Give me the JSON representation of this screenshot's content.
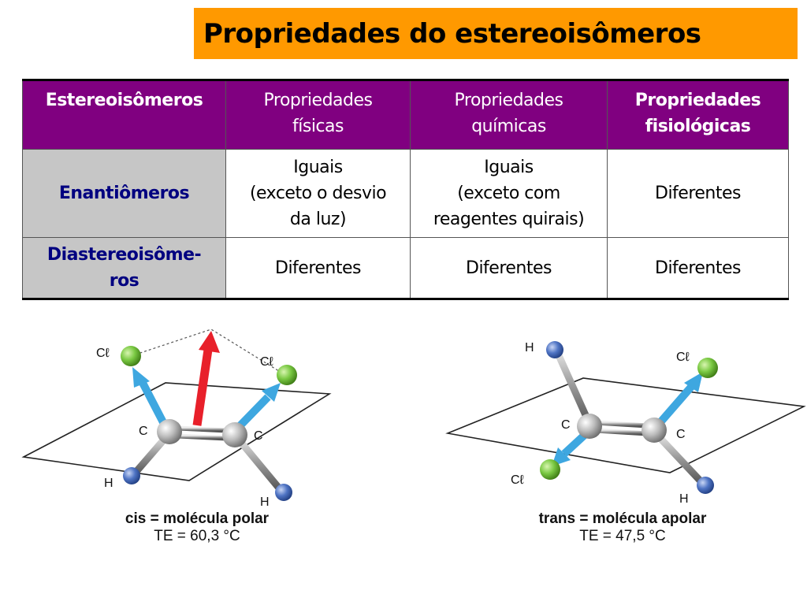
{
  "title": "Propriedades do estereoisômeros",
  "table": {
    "headers": [
      "Estereoisômeros",
      "Propriedades físicas",
      "Propriedades químicas",
      "Propriedades fisiológicas"
    ],
    "header_lines": {
      "col0": [
        "Estereoisômeros"
      ],
      "col1": [
        "Propriedades",
        "físicas"
      ],
      "col2": [
        "Propriedades",
        "químicas"
      ],
      "col3": [
        "Propriedades",
        "fisiológicas"
      ]
    },
    "rows": [
      {
        "label_lines": [
          "Enantiômeros"
        ],
        "fisicas_lines": [
          "Iguais",
          "(exceto o desvio",
          "da luz)"
        ],
        "quimicas_lines": [
          "Iguais",
          "(exceto com",
          "reagentes quirais)"
        ],
        "fisiologicas": "Diferentes"
      },
      {
        "label_lines": [
          "Diastereoisôme-",
          "ros"
        ],
        "fisicas": "Diferentes",
        "quimicas": "Diferentes",
        "fisiologicas": "Diferentes"
      }
    ]
  },
  "figures": {
    "cis": {
      "labels": {
        "cl1": "Cℓ",
        "cl2": "Cℓ",
        "c1": "C",
        "c2": "C",
        "h1": "H",
        "h2": "H"
      },
      "caption_line1": "cis = molécula polar",
      "caption_line2": "TE = 60,3 °C"
    },
    "trans": {
      "labels": {
        "h1": "H",
        "cl1": "Cℓ",
        "c1": "C",
        "c2": "C",
        "cl2": "Cℓ",
        "h2": "H"
      },
      "caption_line1": "trans = molécula apolar",
      "caption_line2": "TE = 47,5 °C"
    }
  },
  "colors": {
    "title_bg": "#ff9900",
    "header_bg": "#800080",
    "rowhead_bg": "#c6c6c6",
    "rowhead_text": "#000080",
    "chlorine": "#7ac943",
    "hydrogen": "#4f74c4",
    "carbon": "#bdbdbd",
    "bond_arrow": "#3ea7e0",
    "dipole_arrow": "#e8202a"
  }
}
